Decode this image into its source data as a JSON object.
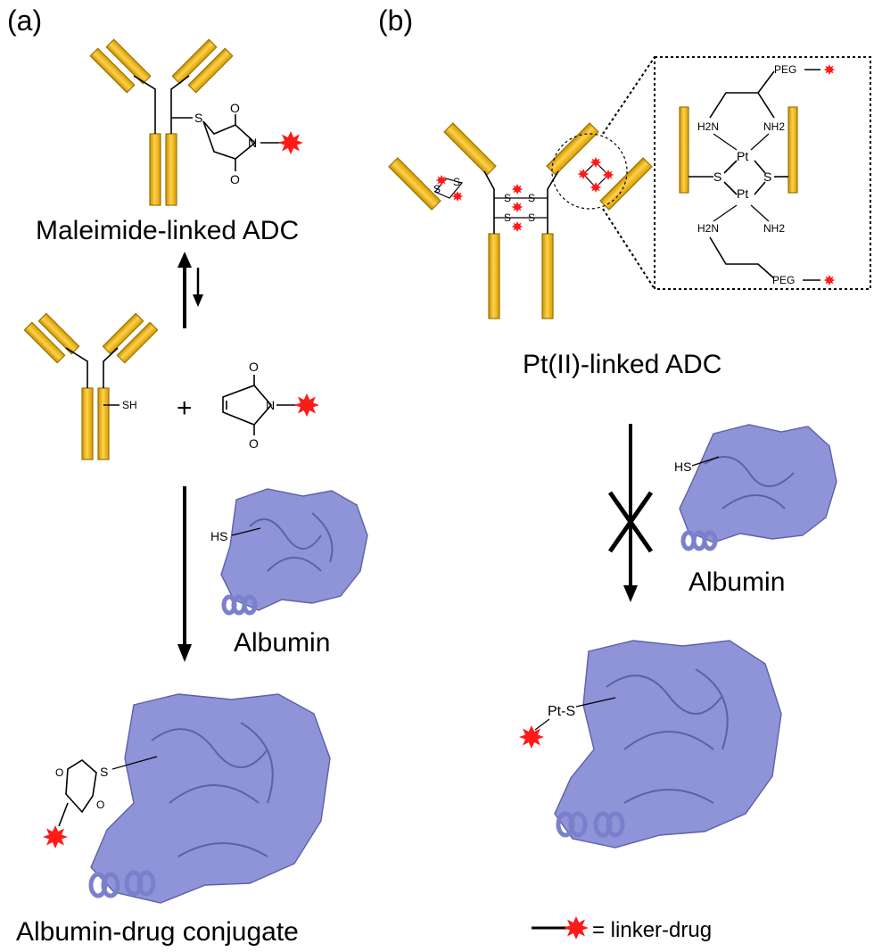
{
  "panel_a": {
    "label": "(a)",
    "adc_title": "Maleimide-linked ADC",
    "albumin_title": "Albumin",
    "product_title": "Albumin-drug conjugate",
    "plus": "+",
    "s": "S",
    "sh": "SH",
    "hs": "HS",
    "o": "O",
    "n": "N"
  },
  "panel_b": {
    "label": "(b)",
    "adc_title": "Pt(II)-linked ADC",
    "albumin_title": "Albumin",
    "hs": "HS",
    "pt_s": "Pt-S",
    "blocked_mark": "X",
    "inset": {
      "peg": "PEG",
      "h2n": "H2N",
      "nh2": "NH2",
      "pt": "Pt",
      "s": "S"
    }
  },
  "legend": {
    "text": "= linker-drug"
  },
  "colors": {
    "antibody": "#f0b400",
    "drug": "#ff1a1a",
    "protein": "#8f93d8"
  }
}
